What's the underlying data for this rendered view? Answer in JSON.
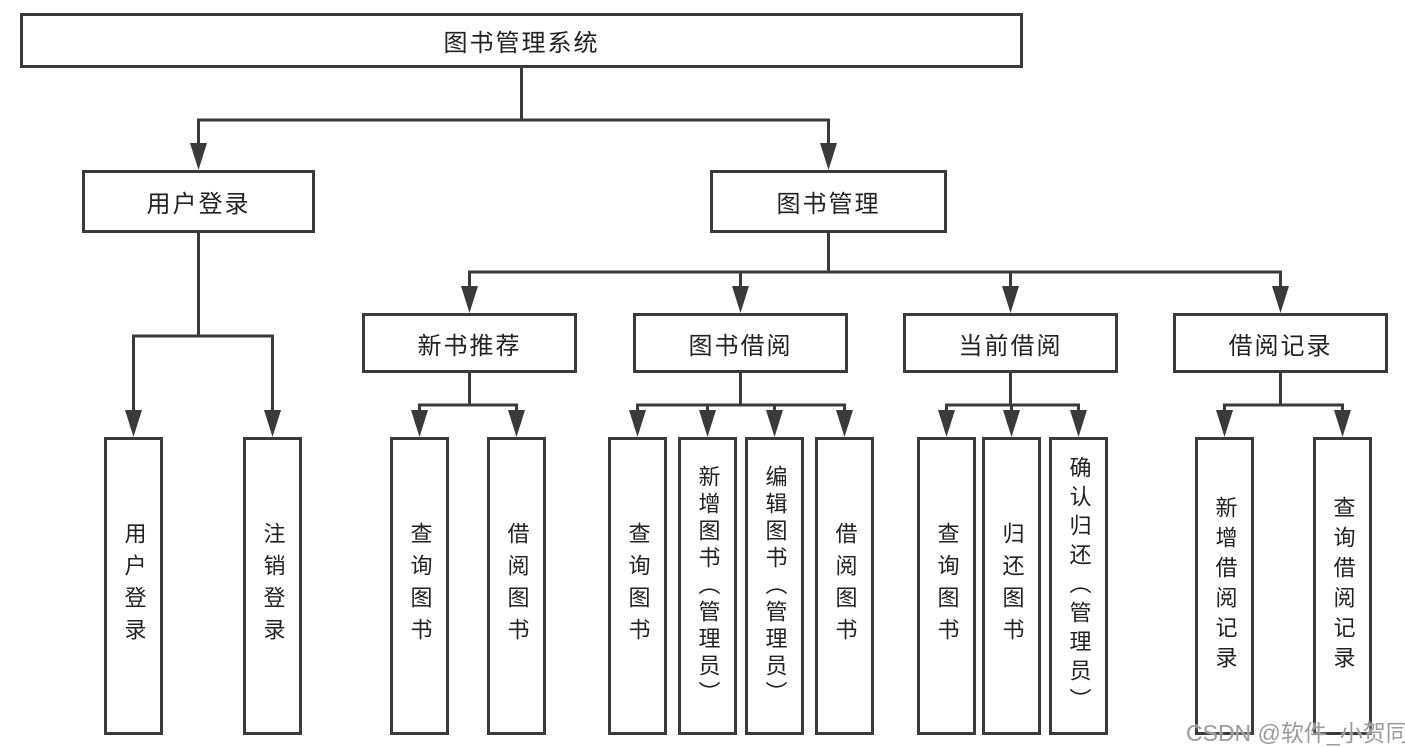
{
  "tree": {
    "label": "图书管理系统",
    "children": [
      {
        "label": "用户登录",
        "children": [
          {
            "label": "用户登录"
          },
          {
            "label": "注销登录"
          }
        ]
      },
      {
        "label": "图书管理",
        "children": [
          {
            "label": "新书推荐",
            "children": [
              {
                "label": "查询图书"
              },
              {
                "label": "借阅图书"
              }
            ]
          },
          {
            "label": "图书借阅",
            "children": [
              {
                "label": "查询图书"
              },
              {
                "label": "新增图书（管理员）"
              },
              {
                "label": "编辑图书（管理员）"
              },
              {
                "label": "借阅图书"
              }
            ]
          },
          {
            "label": "当前借阅",
            "children": [
              {
                "label": "查询图书"
              },
              {
                "label": "归还图书"
              },
              {
                "label": "确认归还（管理员）"
              }
            ]
          },
          {
            "label": "借阅记录",
            "children": [
              {
                "label": "新增借阅记录"
              },
              {
                "label": "查询借阅记录"
              }
            ]
          }
        ]
      }
    ]
  },
  "watermark": "CSDN @软件_小贺同学",
  "colors": {
    "line": "#3a3a3a",
    "text": "#222222",
    "box_background": "#ffffff",
    "watermark": "#9b9b9b",
    "background": "#ffffff"
  }
}
